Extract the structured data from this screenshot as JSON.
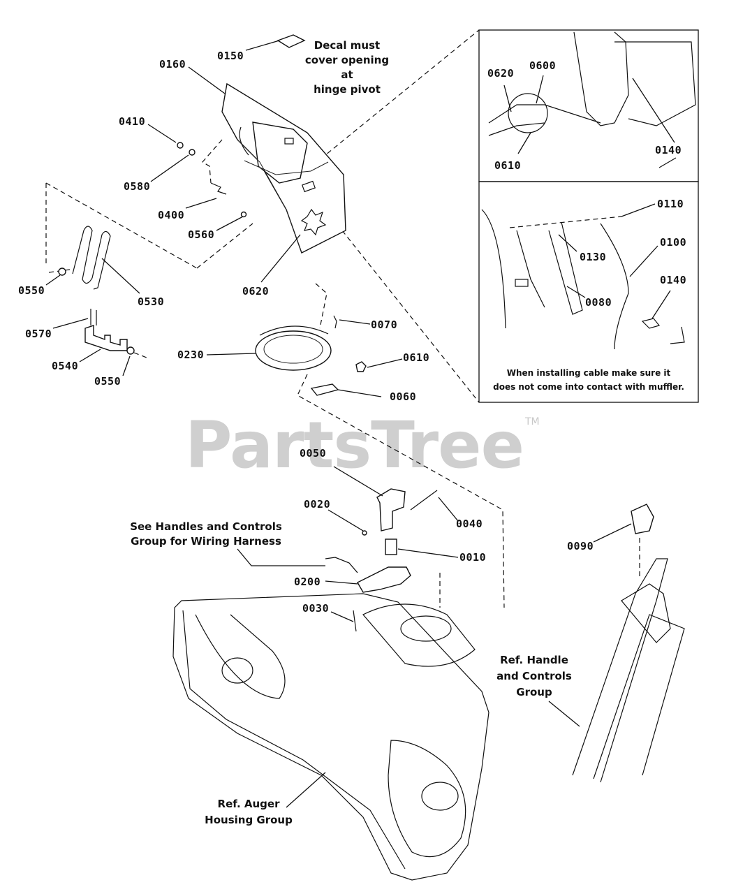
{
  "watermark": {
    "brand": "PartsTree",
    "trademark": "TM"
  },
  "labels": {
    "p0150": "0150",
    "p0160": "0160",
    "p0410": "0410",
    "p0580": "0580",
    "p0400": "0400",
    "p0560": "0560",
    "p0620a": "0620",
    "p0550a": "0550",
    "p0530": "0530",
    "p0570": "0570",
    "p0540": "0540",
    "p0550b": "0550",
    "p0230": "0230",
    "p0070": "0070",
    "p0610a": "0610",
    "p0060": "0060",
    "p0050": "0050",
    "p0020": "0020",
    "p0040": "0040",
    "p0010": "0010",
    "p0200": "0200",
    "p0030": "0030",
    "p0090": "0090",
    "p0620b": "0620",
    "p0600": "0600",
    "p0610b": "0610",
    "p0140a": "0140",
    "p0110": "0110",
    "p0130": "0130",
    "p0100": "0100",
    "p0080": "0080",
    "p0140b": "0140"
  },
  "notes": {
    "decal_line1": "Decal must",
    "decal_line2": "cover opening at",
    "decal_line3": "hinge pivot",
    "harness_line1": "See Handles and Controls",
    "harness_line2": "Group for Wiring Harness",
    "handle_line1": "Ref. Handle",
    "handle_line2": "and Controls",
    "handle_line3": "Group",
    "auger_line1": "Ref. Auger",
    "auger_line2": "Housing Group",
    "cable_line1": "When installing cable make sure it",
    "cable_line2": "does not come into contact with muffler."
  }
}
